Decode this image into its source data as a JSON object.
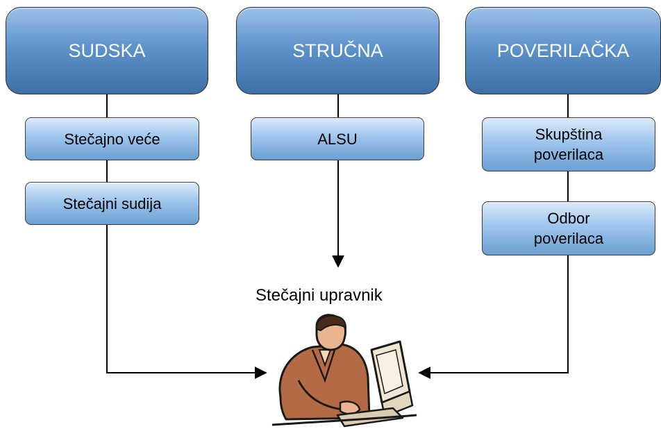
{
  "columns": {
    "sudska": {
      "header": "SUDSKA",
      "items": [
        "Stečajno veće",
        "Stečajni sudija"
      ]
    },
    "strucna": {
      "header": "STRUČNA",
      "items": [
        "ALSU"
      ]
    },
    "poverilacka": {
      "header": "POVERILAČKA",
      "items": [
        "Skupština\npoverilaca",
        "Odbor\npoverilaca"
      ]
    }
  },
  "target": {
    "label": "Stečajni upravnik",
    "icon": "person-at-computer-icon"
  },
  "colors": {
    "header_fill": "#5f93cc",
    "item_fill": "#9fc5ec",
    "connector": "#000000"
  }
}
